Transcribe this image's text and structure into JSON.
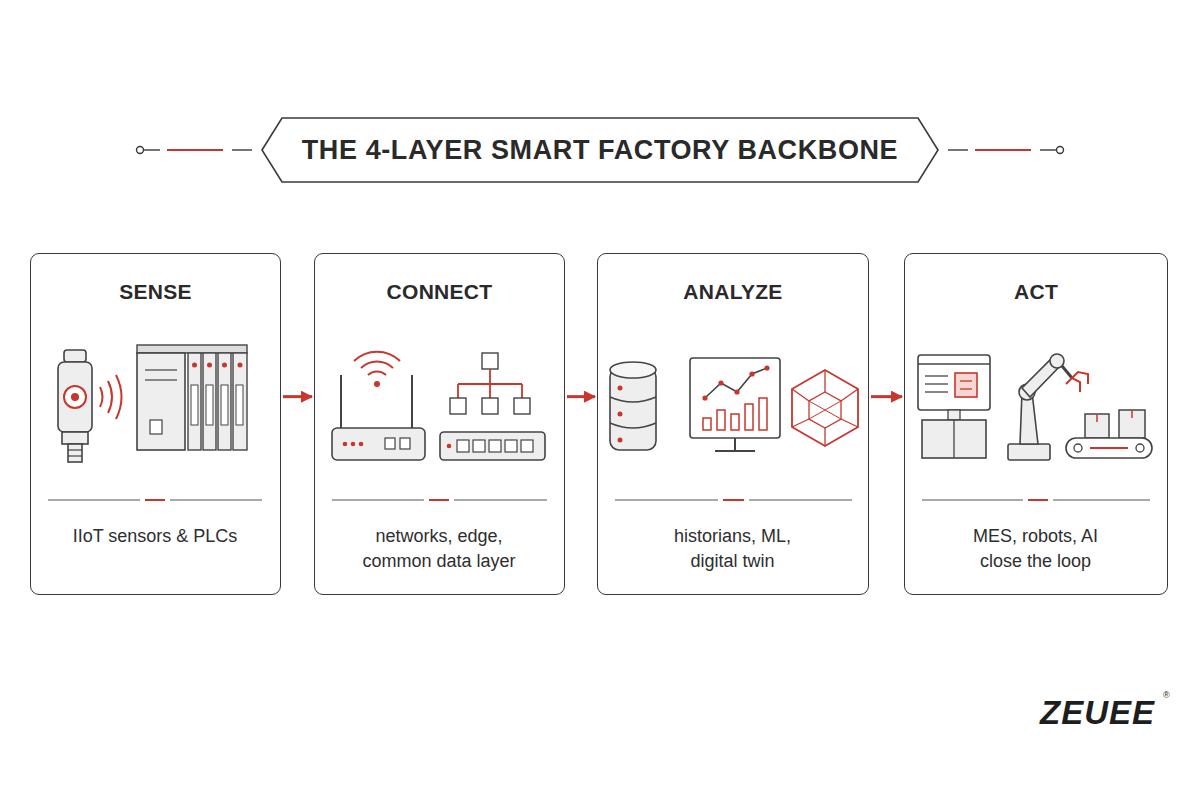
{
  "diagram": {
    "title": "THE 4-LAYER SMART FACTORY BACKBONE",
    "nodes": [
      {
        "text": [
          "SENSE",
          "IIoT sensors & PLCs"
        ]
      },
      {
        "text": [
          "CONNECT",
          "networks, edge, common data layer"
        ]
      },
      {
        "text": [
          "ANALYZE",
          "historians, ML, digital twin"
        ]
      },
      {
        "text": [
          "ACT",
          "MES, robots, AI close the loop"
        ]
      }
    ],
    "edges": [
      {
        "from": 0,
        "to": 1,
        "arrow": "to"
      },
      {
        "from": 1,
        "to": 2,
        "arrow": "to"
      },
      {
        "from": 2,
        "to": 3,
        "arrow": "to"
      }
    ],
    "labels": [
      "ZEUEE",
      "®"
    ]
  }
}
